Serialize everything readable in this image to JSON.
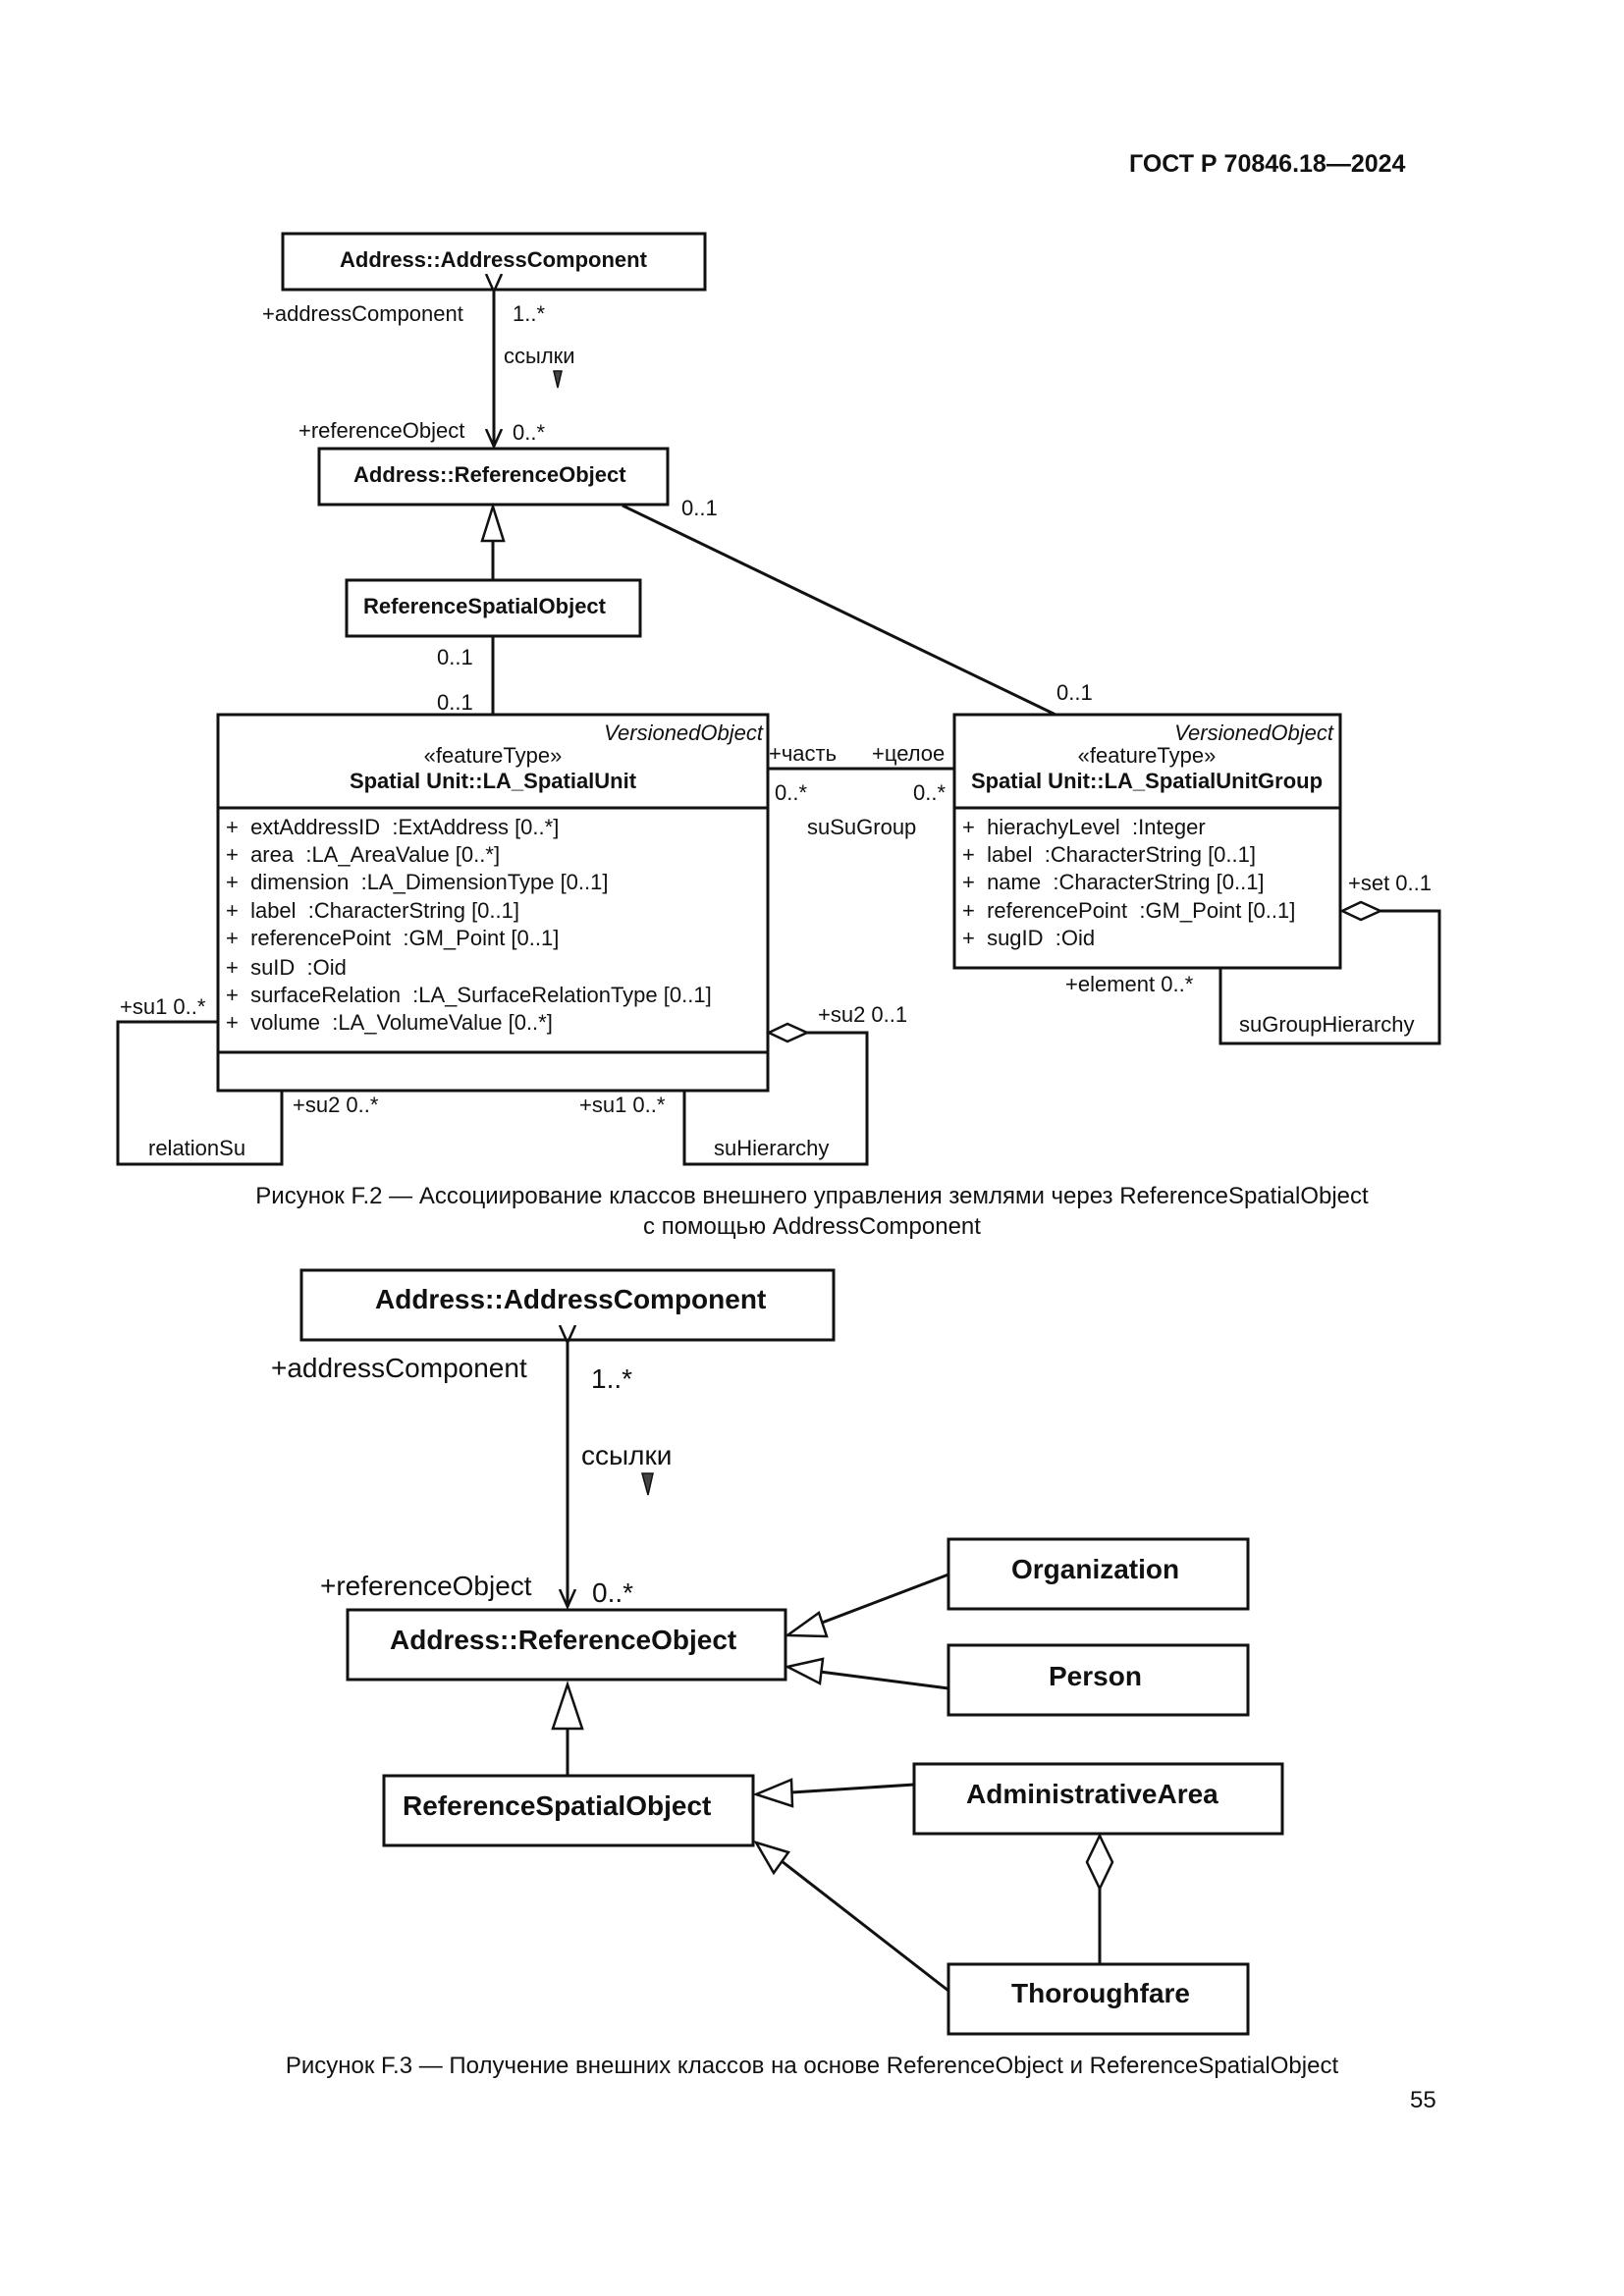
{
  "header": {
    "doc_id": "ГОСТ Р 70846.18—2024"
  },
  "page_number": "55",
  "figure_f2": {
    "caption_line1": "Рисунок F.2 — Ассоциирование классов внешнего управления землями через ReferenceSpatialObject",
    "caption_line2": "с помощью AddressComponent",
    "classes": {
      "address_component": "Address::AddressComponent",
      "reference_object": "Address::ReferenceObject",
      "reference_spatial_object": "ReferenceSpatialObject",
      "spatial_unit": {
        "parent": "VersionedObject",
        "stereotype": "«featureType»",
        "name": "Spatial Unit::LA_SpatialUnit",
        "attributes": [
          "+  extAddressID  :ExtAddress [0..*]",
          "+  area  :LA_AreaValue [0..*]",
          "+  dimension  :LA_DimensionType [0..1]",
          "+  label  :CharacterString [0..1]",
          "+  referencePoint  :GM_Point [0..1]",
          "+  suID  :Oid",
          "+  surfaceRelation  :LA_SurfaceRelationType [0..1]",
          "+  volume  :LA_VolumeValue [0..*]"
        ]
      },
      "spatial_unit_group": {
        "parent": "VersionedObject",
        "stereotype": "«featureType»",
        "name": "Spatial Unit::LA_SpatialUnitGroup",
        "attributes": [
          "+  hierachyLevel  :Integer",
          "+  label  :CharacterString [0..1]",
          "+  name  :CharacterString [0..1]",
          "+  referencePoint  :GM_Point [0..1]",
          "+  sugID  :Oid"
        ]
      }
    },
    "labels": {
      "role_address_component": "+addressComponent",
      "mult_1_many": "1..*",
      "assoc_links": "ссылки",
      "role_reference_object": "+referenceObject",
      "mult_0_many_ro": "0..*",
      "mult_ro_group": "0..1",
      "mult_rso_bottom": "0..1",
      "mult_su_top": "0..1",
      "mult_group_top": "0..1",
      "role_part": "+часть",
      "role_whole": "+целое",
      "mult_part": "0..*",
      "mult_whole": "0..*",
      "assoc_susugroup": "suSuGroup",
      "role_set": "+set 0..1",
      "role_element": "+element 0..*",
      "assoc_sugrouphierarchy": "suGroupHierarchy",
      "role_su1_left": "+su1 0..*",
      "assoc_relationsu": "relationSu",
      "role_su2_bottom": "+su2 0..*",
      "role_su1_bottom": "+su1 0..*",
      "role_su2_right": "+su2 0..1",
      "assoc_suhierarchy": "suHierarchy"
    }
  },
  "figure_f3": {
    "caption": "Рисунок F.3 — Получение внешних классов на основе ReferenceObject и ReferenceSpatialObject",
    "classes": {
      "address_component": "Address::AddressComponent",
      "reference_object": "Address::ReferenceObject",
      "reference_spatial_object": "ReferenceSpatialObject",
      "organization": "Organization",
      "person": "Person",
      "administrative_area": "AdministrativeArea",
      "thoroughfare": "Thoroughfare"
    },
    "labels": {
      "role_address_component": "+addressComponent",
      "mult_1_many": "1..*",
      "assoc_links": "ссылки",
      "role_reference_object": "+referenceObject",
      "mult_0_many": "0..*"
    }
  }
}
